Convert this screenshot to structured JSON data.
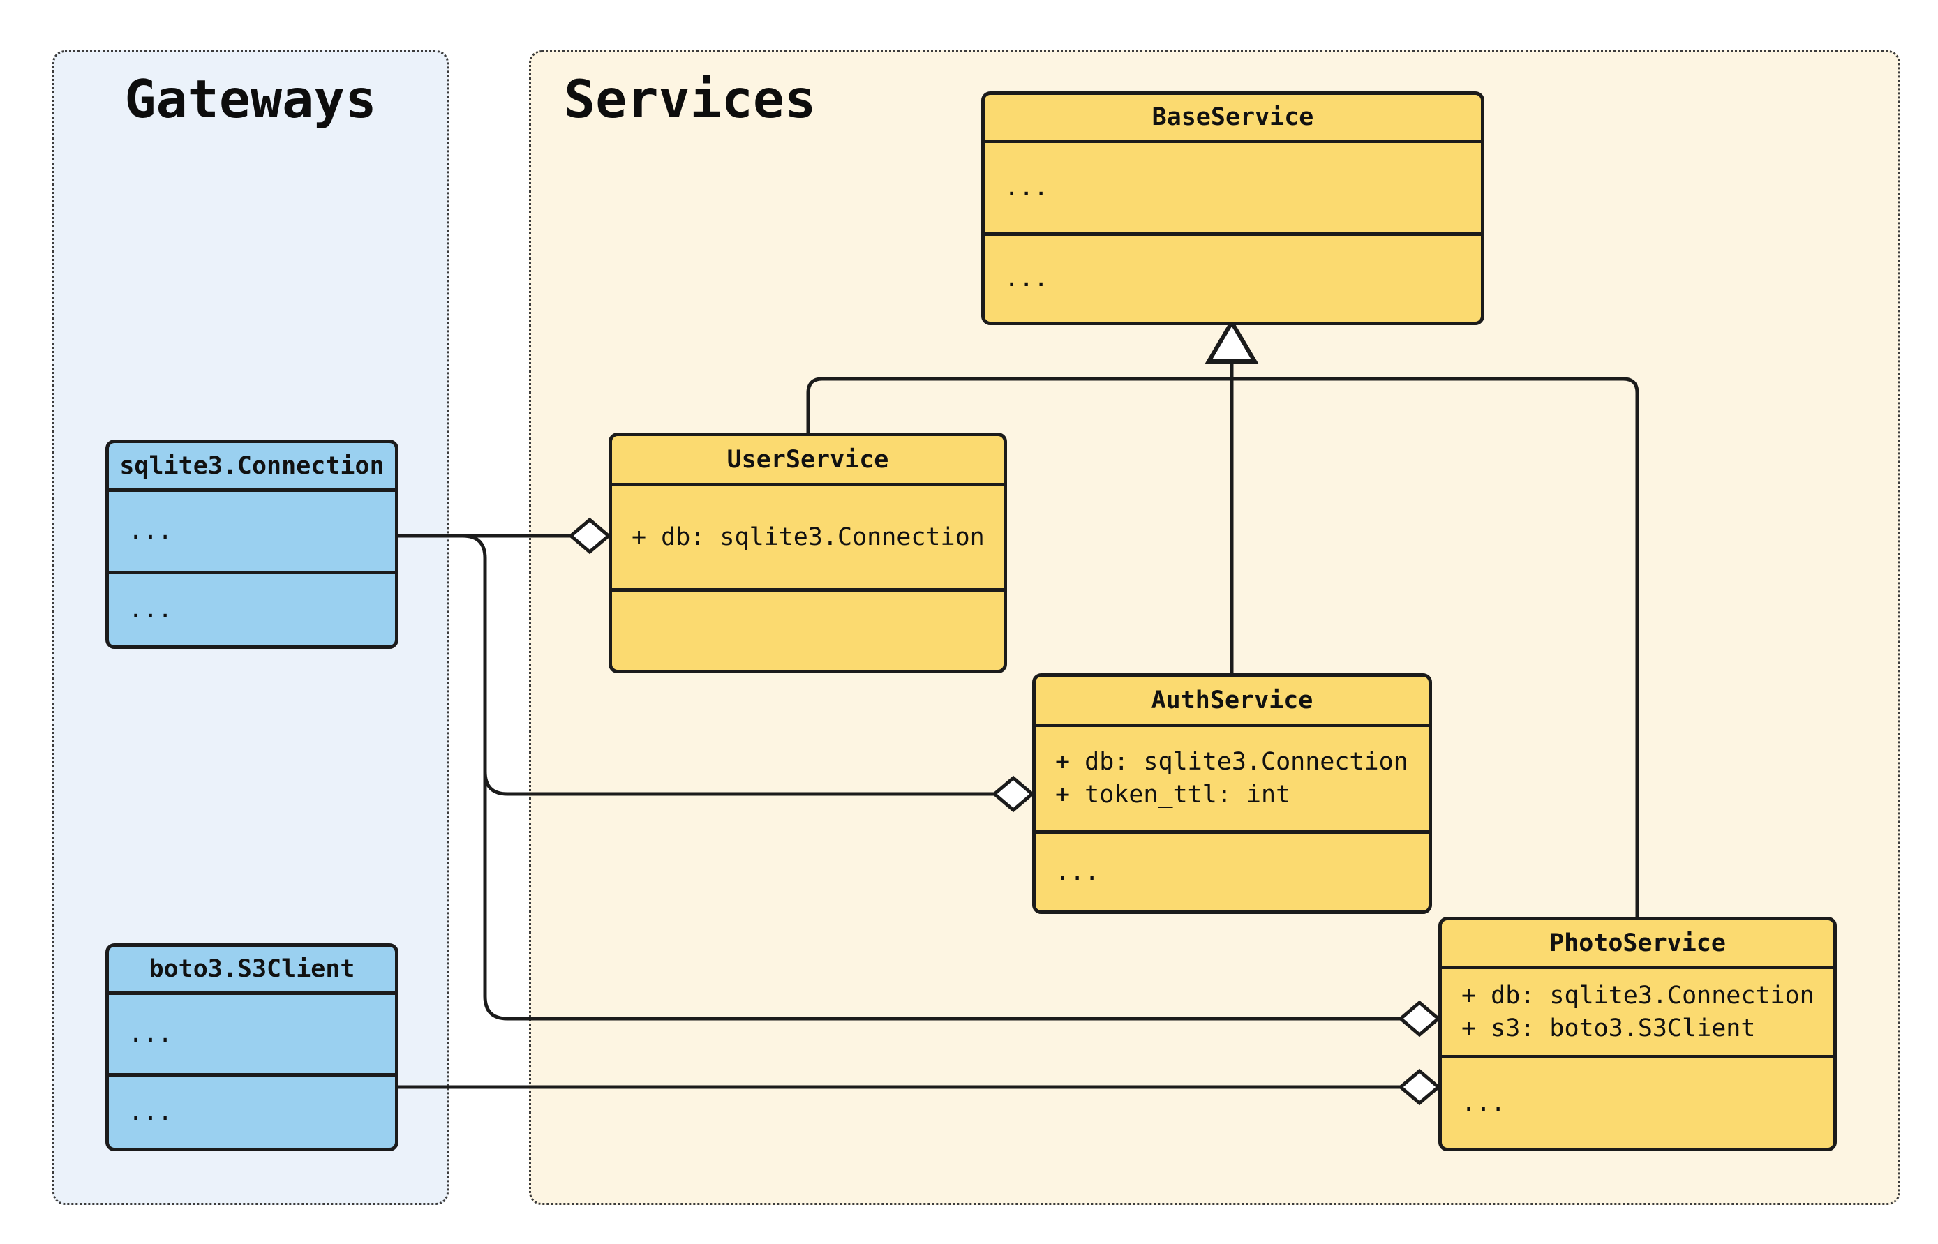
{
  "diagram": {
    "kind": "uml-class-diagram",
    "colors": {
      "gateways_panel_bg": "#ebf2fa",
      "services_panel_bg": "#fdf5e2",
      "gateway_class_fill": "#9ad0f0",
      "service_class_fill": "#fbda70",
      "stroke": "#1b1b1b"
    },
    "groups": [
      {
        "id": "gateways",
        "title": "Gateways"
      },
      {
        "id": "services",
        "title": "Services"
      }
    ],
    "classes": [
      {
        "name": "BaseService",
        "group": "services",
        "attributes": [
          "..."
        ],
        "methods": [
          "..."
        ]
      },
      {
        "name": "UserService",
        "group": "services",
        "attributes": [
          "+ db: sqlite3.Connection"
        ],
        "methods": []
      },
      {
        "name": "AuthService",
        "group": "services",
        "attributes": [
          "+ db: sqlite3.Connection",
          "+ token_ttl: int"
        ],
        "methods": [
          "..."
        ]
      },
      {
        "name": "PhotoService",
        "group": "services",
        "attributes": [
          "+ db: sqlite3.Connection",
          "+ s3: boto3.S3Client"
        ],
        "methods": [
          "..."
        ]
      },
      {
        "name": "sqlite3.Connection",
        "group": "gateways",
        "attributes": [
          "..."
        ],
        "methods": [
          "..."
        ]
      },
      {
        "name": "boto3.S3Client",
        "group": "gateways",
        "attributes": [
          "..."
        ],
        "methods": [
          "..."
        ]
      }
    ],
    "relationships": [
      {
        "type": "inheritance",
        "from": "UserService",
        "to": "BaseService"
      },
      {
        "type": "inheritance",
        "from": "AuthService",
        "to": "BaseService"
      },
      {
        "type": "inheritance",
        "from": "PhotoService",
        "to": "BaseService"
      },
      {
        "type": "aggregation",
        "owner": "UserService",
        "part": "sqlite3.Connection"
      },
      {
        "type": "aggregation",
        "owner": "AuthService",
        "part": "sqlite3.Connection"
      },
      {
        "type": "aggregation",
        "owner": "PhotoService",
        "part": "sqlite3.Connection"
      },
      {
        "type": "aggregation",
        "owner": "PhotoService",
        "part": "boto3.S3Client"
      }
    ]
  }
}
